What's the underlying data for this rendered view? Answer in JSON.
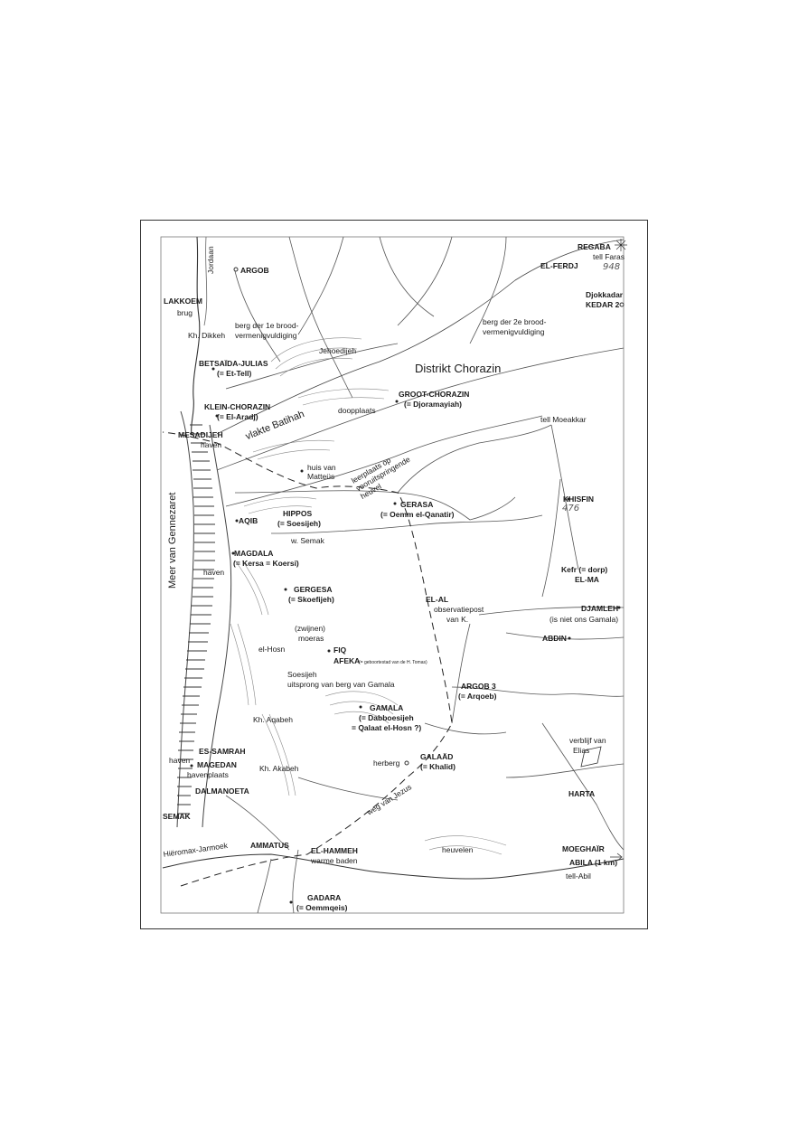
{
  "map": {
    "district": "Distrikt Chorazin",
    "plain": "vlakte Batihah",
    "lake": "Meer van Gennezaret",
    "river_jordan": "Jordaan",
    "river_yarmuk": "Hiëromax-Jarmoek",
    "route": "weg van Jezus",
    "teaching_place": "leerplaats op vooruitspringende heuvel",
    "page_numbers": [
      "948",
      "476"
    ],
    "places": {
      "argob": "ARGOB",
      "lakkoem": "LAKKOEM",
      "brug": "brug",
      "kh_dikkeh": "Kh. Dikkeh",
      "berg1_a": "berg der 1e brood-",
      "berg1_b": "vermenigvuldiging",
      "jehoedijeh": "Jehoedijeh",
      "betsaida": "BETSAÏDA-JULIAS",
      "et_tell": "(= Et-Tell)",
      "klein_chorazin": "KLEIN-CHORAZIN",
      "el_aradj": "(= El-Aradj)",
      "doopplaats": "doopplaats",
      "groot_chorazin": "GROOT-CHORAZIN",
      "djoramayiah": "(= Djoramayiah)",
      "mesadijeh": "MESADIJEH",
      "haven1": "haven",
      "huis_mattheus_a": "huis van",
      "huis_mattheus_b": "Matteüs",
      "regaba": "REGABA",
      "tell_faras": "tell Faras",
      "el_ferdj": "EL-FERDJ",
      "djokkadar": "Djokkadar",
      "kedar": "KEDAR 2",
      "berg2_a": "berg der 2e brood-",
      "berg2_b": "vermenigvuldiging",
      "tell_moeakkar": "tell Moeakkar",
      "aqib": "AQIB",
      "hippos": "HIPPOS",
      "soesijeh": "(= Soesijeh)",
      "gerasa": "GERASA",
      "oemm": "(= Oemm el-Qanatir)",
      "khisfin": "KHISFIN",
      "w_semak": "w. Semak",
      "magdala": "MAGDALA",
      "kersa": "(= Kersa = Koersi)",
      "haven2": "haven",
      "gergesa": "GERGESA",
      "skoefijeh": "(= Skoefijeh)",
      "el_al": "EL-AL",
      "observatiepost_a": "observatiepost",
      "observatiepost_b": "van K.",
      "kefr": "Kefr (= dorp)",
      "el_ma": "EL-MA",
      "djamleh": "DJAMLEH",
      "niet_gamala": "(is niet ons Gamala)",
      "zwijnen": "(zwijnen)",
      "moeras": "moeras",
      "el_hosn": "el-Hosn",
      "fiq": "FIQ",
      "afeka": "AFEKA",
      "geboorte": "(= geboortestad van de H. Tomas)",
      "abdin": "ABDIN",
      "soesijeh2": "Soesijeh",
      "uitsprong": "uitsprong van berg van Gamala",
      "argob3": "ARGOB 3",
      "arqoeb": "(= Arqoeb)",
      "kh_aqabeh": "Kh. Aqabeh",
      "gamala": "GAMALA",
      "dabboe": "(= Dabboesijeh",
      "qalaat": "= Qalaat el-Hosn ?)",
      "es_samrah": "ES-SAMRAH",
      "haven3": "haven",
      "magedan": "MAGEDAN",
      "havenplaats": "havenplaats",
      "kh_akabeh": "Kh. Akabeh",
      "galaad": "GALAÄD",
      "khalid": "(= Khalid)",
      "herberg": "herberg",
      "verblijf_a": "verblijf van",
      "verblijf_b": "Elias",
      "dalmanoeta": "DALMANOETA",
      "harta": "HARTA",
      "semak": "SEMAK",
      "ammatus": "AMMATUS",
      "el_hammeh": "EL-HAMMEH",
      "warme_baden": "warme baden",
      "heuvelen": "heuvelen",
      "moeghair": "MOEGHAÏR",
      "abila": "ABILA (1 km)",
      "tell_abil": "tell-Abil",
      "gadara": "GADARA",
      "oemmqeis": "(= Oemmqeis)"
    }
  }
}
